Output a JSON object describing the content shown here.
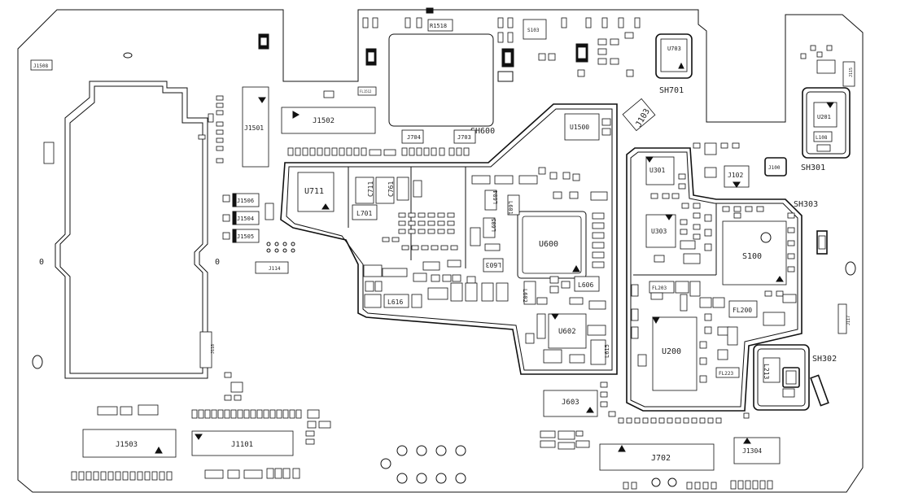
{
  "labels": {
    "j1508": "J1508",
    "j1505": "J1505",
    "j1501": "J1501",
    "j1502": "J1502",
    "r1518": "R1518",
    "s103": "S103",
    "sh600": "SH600",
    "j704": "J704",
    "j703": "J703",
    "fl1512": "FL1512",
    "u703": "U703",
    "sh701": "SH701",
    "j103": "J103",
    "u1500": "U1500",
    "u711": "U711",
    "c711": "C711",
    "c761": "C761",
    "l701": "L701",
    "j1506": "J1506",
    "j1504": "J1504",
    "j1505b": "J1505",
    "j114": "J114",
    "u600": "U600",
    "l604": "L604",
    "l601": "L601",
    "l605": "L605",
    "l603": "L603",
    "l606": "L606",
    "l602": "L602",
    "l616": "L616",
    "u602": "U602",
    "l615": "L615",
    "j603": "J603",
    "u301": "U301",
    "u303": "U303",
    "j102": "J102",
    "j100": "J100",
    "sh303": "SH303",
    "s100": "S100",
    "u201": "U201",
    "l108": "L108",
    "sh301": "SH301",
    "u200": "U200",
    "fl200": "FL200",
    "fl203": "FL203",
    "fl223": "FL223",
    "l213": "L213",
    "sh302": "SH302",
    "j118": "J118",
    "j1503": "J1503",
    "j1101": "J1101",
    "j702": "J702",
    "j1304": "J1304",
    "j115": "J115",
    "j117": "J117",
    "j1508b": "J1508",
    "zero_left": "0",
    "zero_right": "0"
  }
}
